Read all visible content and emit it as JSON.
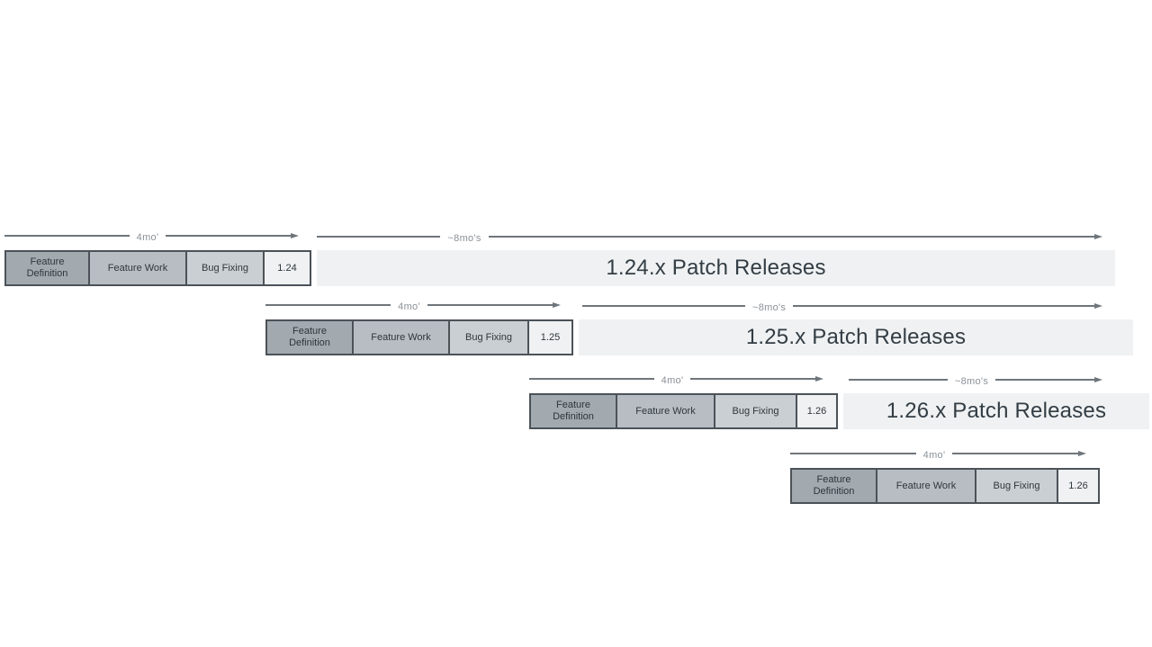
{
  "diagram": {
    "type": "release-cycle-timeline",
    "duration_labels": {
      "feature_phase": "4mo'",
      "patch_phase": "~8mo's"
    },
    "phases": [
      "Feature Definition",
      "Feature Work",
      "Bug Fixing"
    ],
    "cycles": [
      {
        "version": "1.24",
        "patch_label": "1.24.x Patch Releases"
      },
      {
        "version": "1.25",
        "patch_label": "1.25.x Patch Releases"
      },
      {
        "version": "1.26",
        "patch_label": "1.26.x Patch Releases"
      },
      {
        "version": "1.26",
        "patch_label": ""
      }
    ],
    "colors": {
      "feature_definition": "#a2a9af",
      "feature_work": "#b7bdc2",
      "bug_fixing": "#cacfd3",
      "version_box": "#eff1f2",
      "patch_band": "#eff1f2",
      "border": "#4b5258",
      "arrow": "#6e767c",
      "label_text": "#8a9197",
      "title_text": "#333d44"
    }
  }
}
